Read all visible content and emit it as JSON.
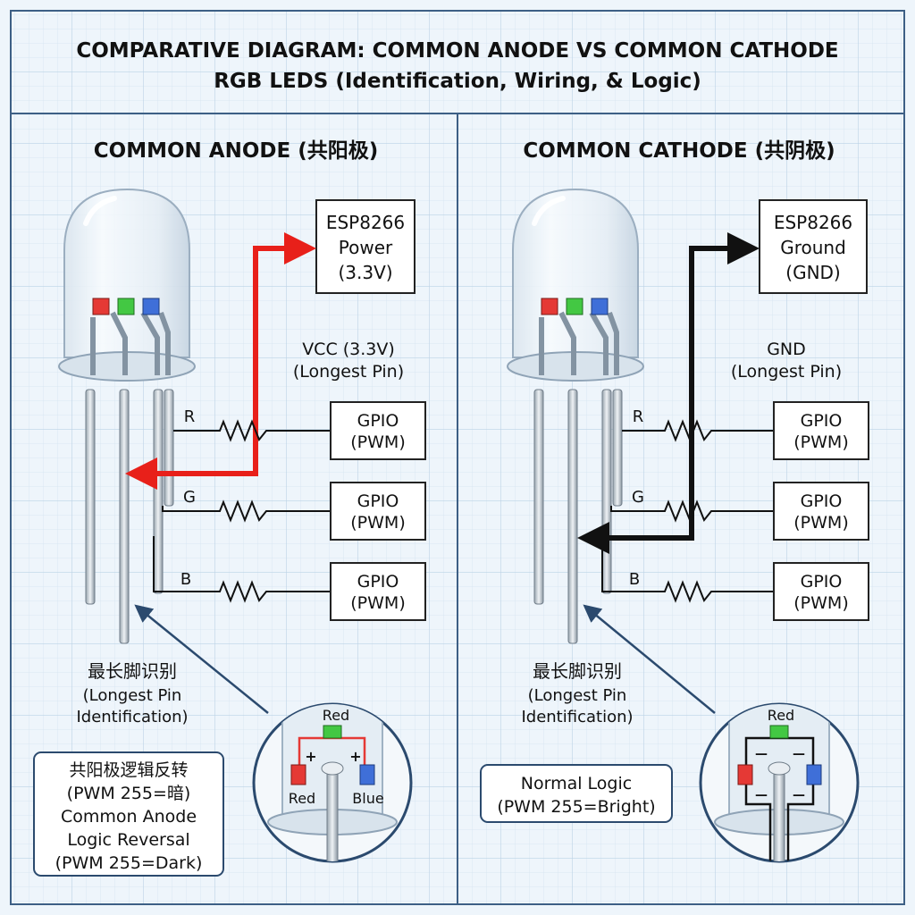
{
  "title": {
    "line1": "COMPARATIVE DIAGRAM: COMMON ANODE VS COMMON CATHODE",
    "line2": "RGB LEDS (Identification, Wiring, & Logic)"
  },
  "anode": {
    "heading": "COMMON ANODE (共阳极)",
    "esp_box": [
      "ESP8266",
      "Power",
      "(3.3V)"
    ],
    "common_label": [
      "VCC (3.3V)",
      "(Longest Pin)"
    ],
    "channels": [
      {
        "pin": "R",
        "gpio": [
          "GPIO",
          "(PWM)"
        ]
      },
      {
        "pin": "G",
        "gpio": [
          "GPIO",
          "(PWM)"
        ]
      },
      {
        "pin": "B",
        "gpio": [
          "GPIO",
          "(PWM)"
        ]
      }
    ],
    "longest_pin_label": [
      "最长脚识别",
      "(Longest Pin",
      "Identification)"
    ],
    "logic_note": [
      "共阳极逻辑反转",
      "(PWM 255=暗)",
      "Common Anode",
      "Logic Reversal",
      "(PWM 255=Dark)"
    ],
    "zoom": {
      "top": "Red",
      "left": "Red",
      "right": "Blue",
      "marks": "+"
    },
    "wire_color": "#e8201a"
  },
  "cathode": {
    "heading": "COMMON CATHODE (共阴极)",
    "esp_box": [
      "ESP8266",
      "Ground",
      "(GND)"
    ],
    "common_label": [
      "GND",
      "(Longest Pin)"
    ],
    "channels": [
      {
        "pin": "R",
        "gpio": [
          "GPIO",
          "(PWM)"
        ]
      },
      {
        "pin": "G",
        "gpio": [
          "GPIO",
          "(PWM)"
        ]
      },
      {
        "pin": "B",
        "gpio": [
          "GPIO",
          "(PWM)"
        ]
      }
    ],
    "longest_pin_label": [
      "最长脚识别",
      "(Longest Pin",
      "Identification)"
    ],
    "logic_note": [
      "Normal Logic",
      "(PWM 255=Bright)"
    ],
    "zoom": {
      "top": "Red",
      "marks": "—"
    },
    "wire_color": "#111111"
  },
  "colors": {
    "background": "#eef5fb",
    "grid": "#c9dcec",
    "frame": "#3d5f85",
    "led_red": "#e53935",
    "led_green": "#43c843",
    "led_blue": "#3f6fd8"
  }
}
